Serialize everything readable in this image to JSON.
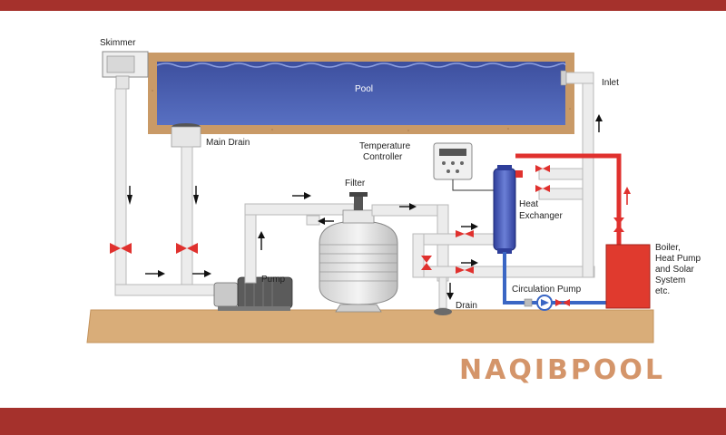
{
  "labels": {
    "skimmer": "Skimmer",
    "pool": "Pool",
    "main_drain": "Main Drain",
    "temperature_controller": [
      "Temperature",
      "Controller"
    ],
    "filter": "Filter",
    "pump": "Pump",
    "drain": "Drain",
    "heat_exchanger": [
      "Heat",
      "Exchanger"
    ],
    "circulation_pump": "Circulation Pump",
    "inlet": "Inlet",
    "boiler": [
      "Boiler,",
      "Heat Pump",
      "and Solar",
      "System",
      "etc."
    ]
  },
  "brand": "NAQIBPOOL",
  "colors": {
    "band": "#a5312c",
    "pool_water": "#4a5fb0",
    "pool_basin": "#c99a67",
    "ground": "#d9ad79",
    "pipe": "#e6e6e6",
    "pipe_outline": "#b9b9b9",
    "hot_water": "#e0312e",
    "cold_water": "#3a66c4",
    "boiler": "#e03a2e",
    "brand_text": "#d4956a"
  }
}
